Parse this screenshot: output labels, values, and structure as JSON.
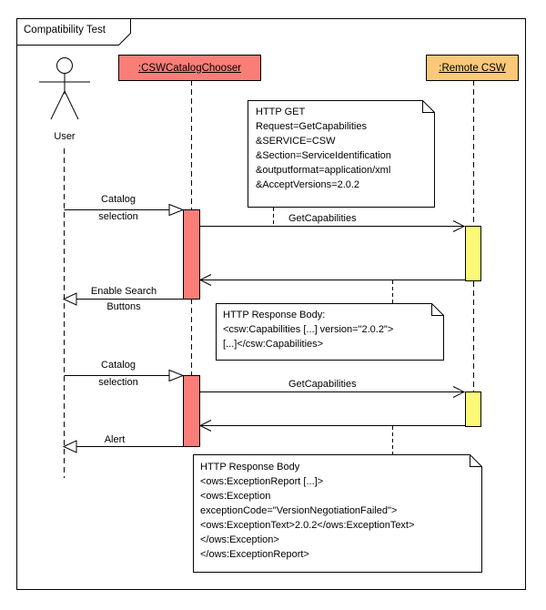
{
  "frame": {
    "title": "Compatibility Test"
  },
  "actor": {
    "label": "User"
  },
  "lifelines": {
    "csw_catalog_chooser": {
      "label": ":CSWCatalogChooser",
      "fill": "#FA7E78"
    },
    "remote_csw": {
      "label": ":Remote CSW",
      "fill": "#FAC878"
    }
  },
  "messages": {
    "catalog_selection_1": {
      "line1": "Catalog",
      "line2": "selection"
    },
    "get_capabilities_1": {
      "label": "GetCapabilities"
    },
    "enable_search_buttons": {
      "line1": "Enable Search",
      "line2": "Buttons"
    },
    "catalog_selection_2": {
      "line1": "Catalog",
      "line2": "selection"
    },
    "get_capabilities_2": {
      "label": "GetCapabilities"
    },
    "alert": {
      "label": "Alert"
    }
  },
  "notes": {
    "http_get": {
      "lines": [
        "HTTP GET",
        "Request=GetCapabilities",
        "&SERVICE=CSW",
        "&Section=ServiceIdentification",
        "&outputformat=application/xml",
        "&AcceptVersions=2.0.2"
      ]
    },
    "http_response_capabilities": {
      "lines": [
        "HTTP Response Body:",
        "<csw:Capabilities [...] version=\"2.0.2\">",
        "[...]</csw:Capabilities>"
      ]
    },
    "http_response_exception": {
      "lines": [
        "HTTP Response Body",
        "<ows:ExceptionReport [...]>",
        "<ows:Exception",
        "exceptionCode=\"VersionNegotiationFailed\">",
        "<ows:ExceptionText>2.0.2</ows:ExceptionText>",
        "</ows:Exception>",
        "</ows:ExceptionReport>"
      ]
    }
  },
  "colors": {
    "activation_caller": "#FA7E78",
    "activation_callee": "#FAFA78",
    "remote_head_fill": "#FAC878",
    "caller_head_fill": "#FA7E78",
    "stroke": "#000000",
    "background": "#FFFFFF"
  }
}
